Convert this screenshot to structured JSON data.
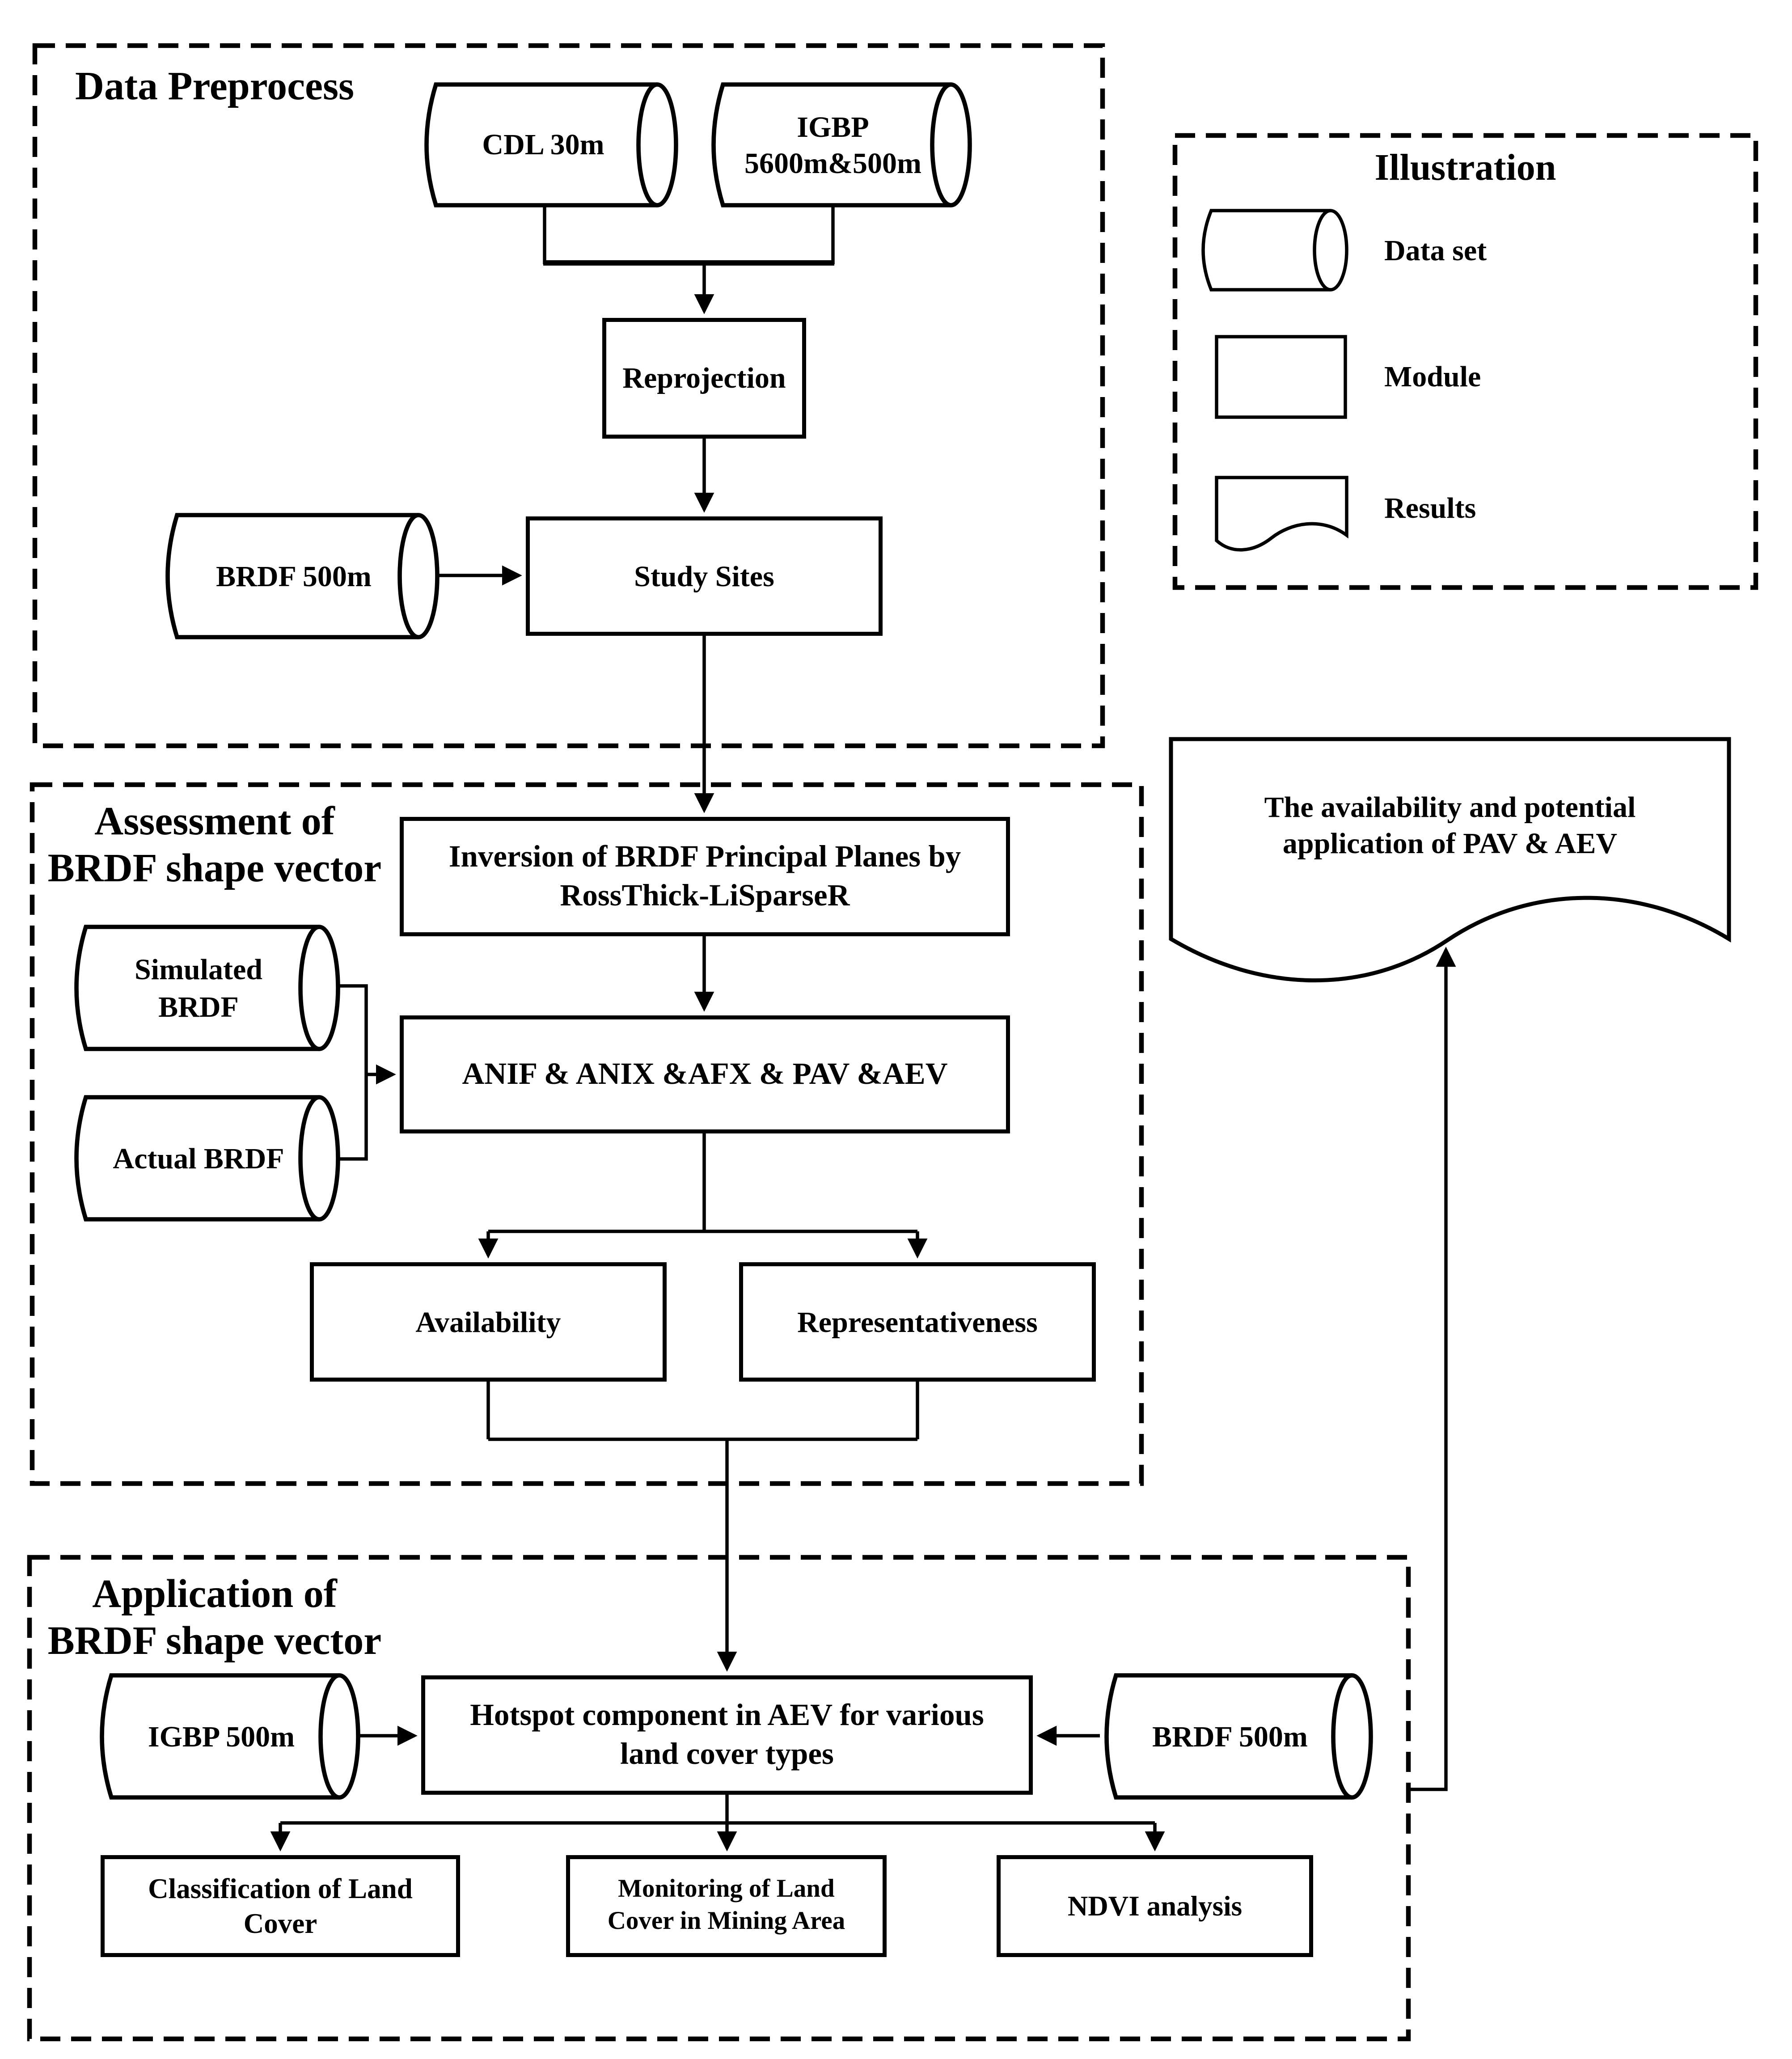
{
  "sections": {
    "preprocess": {
      "title": "Data Preprocess"
    },
    "assessment": {
      "title": "Assessment of\nBRDF shape vector"
    },
    "application": {
      "title": "Application of\nBRDF shape vector"
    },
    "illustration": {
      "title": "Illustration",
      "legend": [
        {
          "symbol": "dataset-cylinder-icon",
          "label": "Data set"
        },
        {
          "symbol": "module-rectangle-icon",
          "label": "Module"
        },
        {
          "symbol": "results-document-icon",
          "label": "Results"
        }
      ]
    }
  },
  "nodes": {
    "cdl": {
      "type": "dataset",
      "label": "CDL 30m"
    },
    "igbp_top": {
      "type": "dataset",
      "label": "IGBP\n5600m&500m"
    },
    "reprojection": {
      "type": "module",
      "label": "Reprojection"
    },
    "brdf_top": {
      "type": "dataset",
      "label": "BRDF 500m"
    },
    "study_sites": {
      "type": "module",
      "label": "Study Sites"
    },
    "inversion": {
      "type": "module",
      "label": "Inversion of BRDF Principal Planes by\nRossThick-LiSparseR"
    },
    "simulated_brdf": {
      "type": "dataset",
      "label": "Simulated\nBRDF"
    },
    "actual_brdf": {
      "type": "dataset",
      "label": "Actual BRDF"
    },
    "anif": {
      "type": "module",
      "label": "ANIF & ANIX &AFX & PAV &AEV"
    },
    "availability": {
      "type": "module",
      "label": "Availability"
    },
    "representativeness": {
      "type": "module",
      "label": "Representativeness"
    },
    "igbp_bottom": {
      "type": "dataset",
      "label": "IGBP 500m"
    },
    "hotspot": {
      "type": "module",
      "label": "Hotspot component in AEV for various\nland cover types"
    },
    "brdf_bottom": {
      "type": "dataset",
      "label": "BRDF 500m"
    },
    "classification": {
      "type": "module",
      "label": "Classification of Land\nCover"
    },
    "monitoring": {
      "type": "module",
      "label": "Monitoring of Land\nCover in Mining Area"
    },
    "ndvi": {
      "type": "module",
      "label": "NDVI analysis"
    },
    "results": {
      "type": "results",
      "label": "The availability and potential\napplication of  PAV & AEV"
    }
  },
  "colors": {
    "ink": "#000000",
    "background": "#ffffff"
  }
}
